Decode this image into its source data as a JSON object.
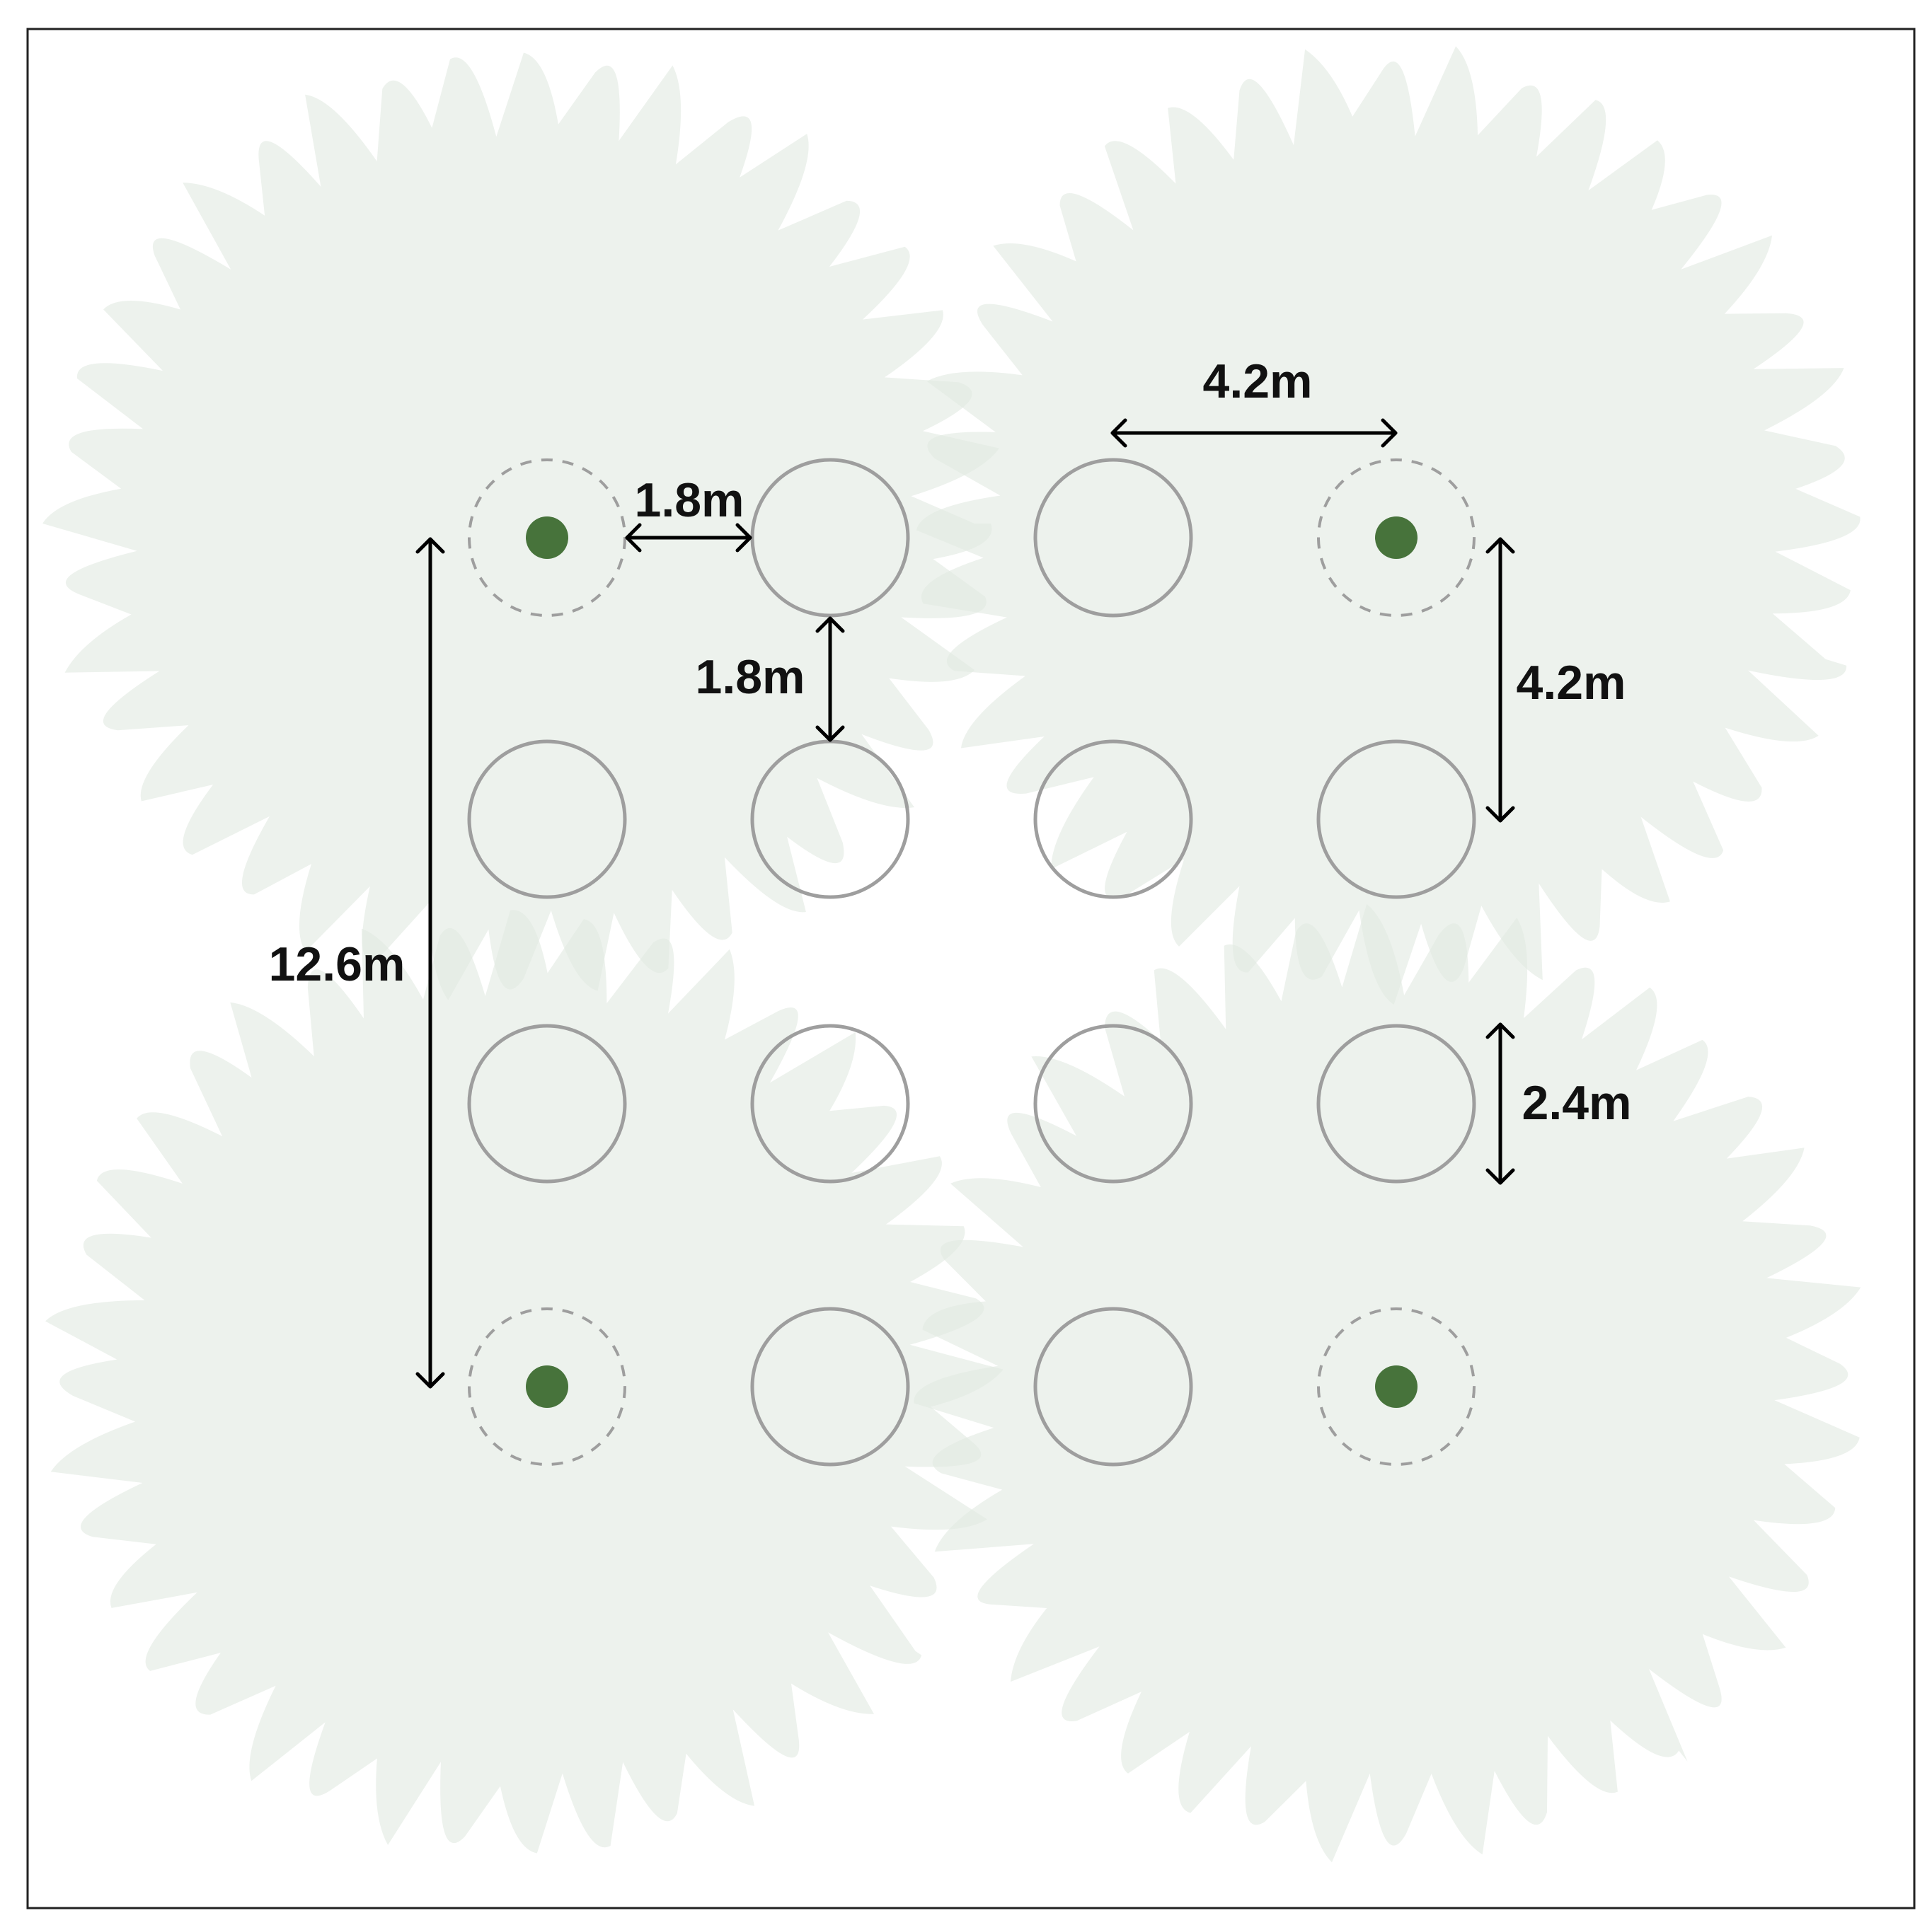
{
  "colors": {
    "background": "#ffffff",
    "canopy": "#e1e9e1",
    "canopy_opacity": 0.6,
    "ring": "#9e9e9e",
    "trunk": "#47733b",
    "arrow": "#000000",
    "text": "#111111"
  },
  "grid": {
    "rows": 4,
    "cols": 4,
    "existing_tree_cells": [
      "0-0",
      "0-3",
      "3-0",
      "3-3"
    ],
    "planned_ring_style": "solid",
    "existing_ring_style": "dashed"
  },
  "canopies": [
    "top-left",
    "top-right",
    "bottom-left",
    "bottom-right"
  ],
  "dimensions": {
    "top_right_horizontal": "4.2m",
    "top_left_horizontal": "1.8m",
    "top_left_vertical": "1.8m",
    "right_vertical_upper": "4.2m",
    "left_total_vertical": "12.6m",
    "right_vertical_lower": "2.4m"
  },
  "icons": {
    "arrow": "double-headed-arrow",
    "ring": "circle-outline",
    "trunk": "filled-circle"
  }
}
